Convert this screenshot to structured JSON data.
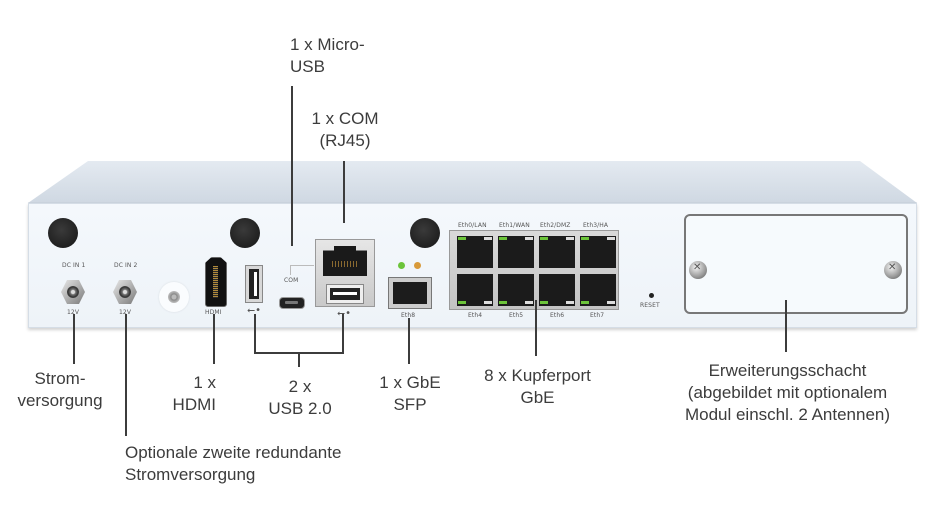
{
  "device": {
    "panel_labels": {
      "dc_in_1": "DC IN 1",
      "dc_in_2": "DC IN 2",
      "dc_voltage_1": "12V",
      "dc_voltage_2": "12V",
      "hdmi": "HDMI",
      "com": "COM",
      "sfp_port": "Eth8",
      "reset": "RESET",
      "eth_top": [
        "Eth0/LAN",
        "Eth1/WAN",
        "Eth2/DMZ",
        "Eth3/HA"
      ],
      "eth_bottom": [
        "Eth4",
        "Eth5",
        "Eth6",
        "Eth7"
      ]
    },
    "colors": {
      "link_led_green": "#6cc43a",
      "activity_led_orange": "#d89a3a",
      "chassis_top": "#d9e1ea",
      "chassis_front": "#f1f6fa"
    }
  },
  "callouts": {
    "micro_usb": [
      "1 x Micro-",
      "USB"
    ],
    "com_rj45": [
      "1 x COM",
      "(RJ45)"
    ],
    "power": [
      "Strom-",
      "versorgung"
    ],
    "redundant_power": [
      "Optionale zweite redundante",
      "Stromversorgung"
    ],
    "hdmi": [
      "1 x",
      "HDMI"
    ],
    "usb": [
      "2 x",
      "USB 2.0"
    ],
    "sfp": [
      "1 x GbE",
      "SFP"
    ],
    "copper": [
      "8 x Kupferport",
      "GbE"
    ],
    "expansion": [
      "Erweiterungsschacht",
      "(abgebildet mit optionalem",
      "Modul einschl. 2 Antennen)"
    ]
  }
}
